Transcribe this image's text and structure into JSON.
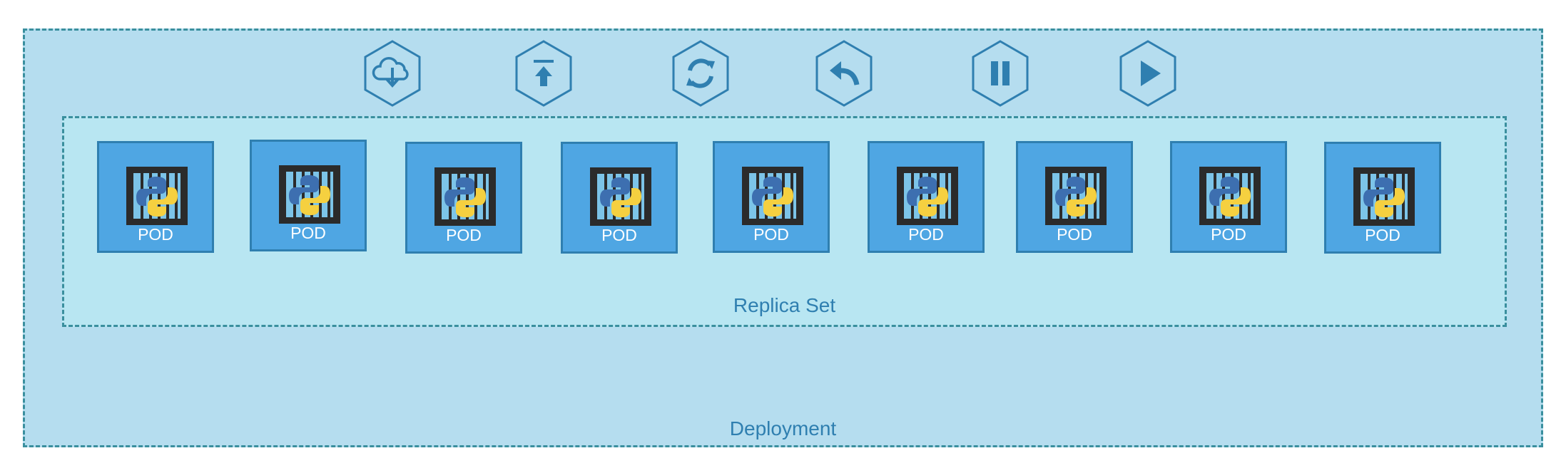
{
  "diagram": {
    "deployment_label": "Deployment",
    "replica_set_label": "Replica Set",
    "pod_label": "POD",
    "pods": [
      {
        "label": "POD"
      },
      {
        "label": "POD"
      },
      {
        "label": "POD"
      },
      {
        "label": "POD"
      },
      {
        "label": "POD"
      },
      {
        "label": "POD"
      },
      {
        "label": "POD"
      },
      {
        "label": "POD"
      },
      {
        "label": "POD"
      }
    ],
    "actions": [
      {
        "icon": "cloud-download-icon"
      },
      {
        "icon": "upload-icon"
      },
      {
        "icon": "refresh-icon"
      },
      {
        "icon": "undo-icon"
      },
      {
        "icon": "pause-icon"
      },
      {
        "icon": "play-icon"
      }
    ],
    "colors": {
      "outer_fill": "#b5ddef",
      "inner_fill": "#b8e6f2",
      "dash_border": "#3a8f9e",
      "pod_fill": "#4fa6e3",
      "pod_border": "#2f7fb0",
      "label_text": "#2f7fb0",
      "icon_stroke": "#2f7fb0"
    }
  }
}
